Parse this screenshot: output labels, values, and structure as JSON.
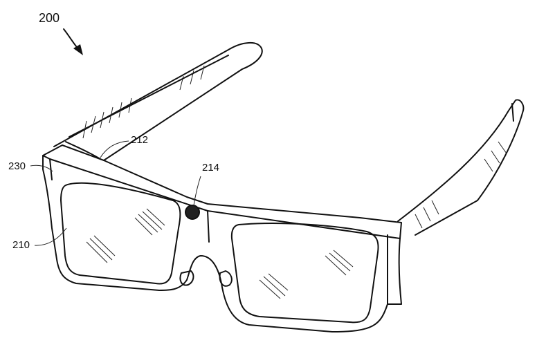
{
  "figure": {
    "reference_number": "200",
    "labels": {
      "temple_inner": "212",
      "camera": "214",
      "frame_corner": "230",
      "lens": "210"
    },
    "colors": {
      "line": "#111111",
      "background": "#ffffff"
    }
  }
}
